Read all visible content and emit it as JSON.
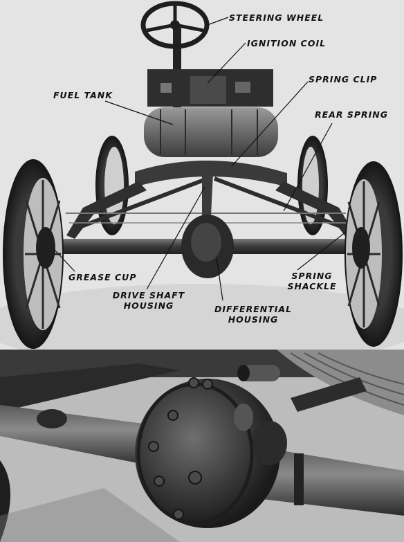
{
  "labels": {
    "steering_wheel": "STEERING WHEEL",
    "ignition_coil": "IGNITION COIL",
    "spring_clip": "SPRING CLIP",
    "fuel_tank": "FUEL TANK",
    "rear_spring": "REAR SPRING",
    "grease_cup": "GREASE CUP",
    "drive_shaft_l1": "DRIVE SHAFT",
    "drive_shaft_l2": "HOUSING",
    "differential_l1": "DIFFERENTIAL",
    "differential_l2": "HOUSING",
    "spring_shackle_l1": "SPRING",
    "spring_shackle_l2": "SHACKLE"
  },
  "colors": {
    "paper": "#e6e6e6",
    "ink": "#111111",
    "metal": "#2b2b2b"
  }
}
